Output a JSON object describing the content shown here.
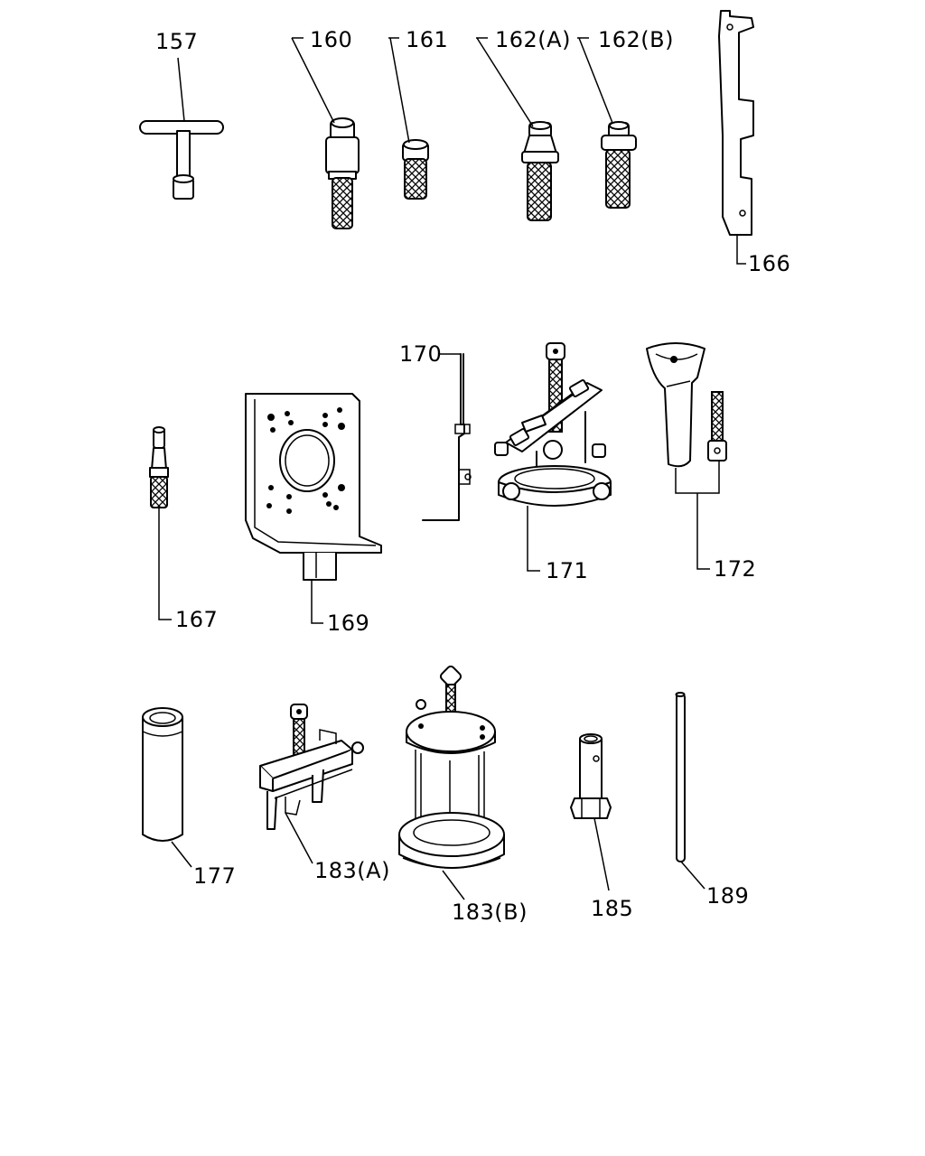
{
  "diagram": {
    "parts": [
      {
        "id": "p157",
        "label": "157",
        "icon": "t-handle-socket-wrench"
      },
      {
        "id": "p160",
        "label": "160",
        "icon": "knurled-pin-tool"
      },
      {
        "id": "p161",
        "label": "161",
        "icon": "knurled-sleeve"
      },
      {
        "id": "p162a",
        "label": "162(A)",
        "icon": "knurled-cone-pin"
      },
      {
        "id": "p162b",
        "label": "162(B)",
        "icon": "knurled-stepped-pin"
      },
      {
        "id": "p166",
        "label": "166",
        "icon": "flat-gauge-bar"
      },
      {
        "id": "p167",
        "label": "167",
        "icon": "knurled-pilot-pin"
      },
      {
        "id": "p169",
        "label": "169",
        "icon": "mounting-bracket-plate"
      },
      {
        "id": "p170",
        "label": "170",
        "icon": "bent-wire-rod"
      },
      {
        "id": "p171",
        "label": "171",
        "icon": "bearing-puller"
      },
      {
        "id": "p172",
        "label": "172",
        "icon": "holder-and-bolt"
      },
      {
        "id": "p177",
        "label": "177",
        "icon": "cylindrical-sleeve"
      },
      {
        "id": "p183a",
        "label": "183(A)",
        "icon": "press-fixture"
      },
      {
        "id": "p183b",
        "label": "183(B)",
        "icon": "press-cage"
      },
      {
        "id": "p185",
        "label": "185",
        "icon": "hex-socket"
      },
      {
        "id": "p189",
        "label": "189",
        "icon": "long-rod"
      }
    ]
  }
}
